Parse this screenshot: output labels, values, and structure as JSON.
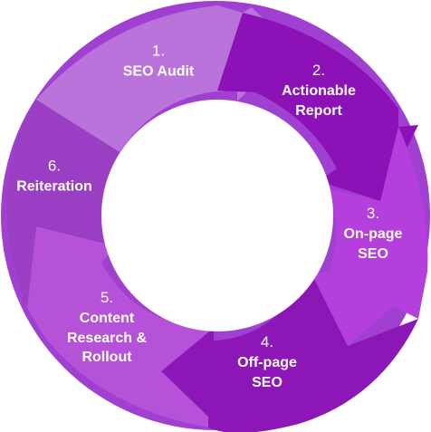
{
  "colors": {
    "ring_light": "#b36ad9",
    "ring_mid": "#a040d0",
    "ring_dark": "#8a10b8",
    "segment_1": "#bb73dc",
    "segment_2": "#8c12b8",
    "segment_3": "#b43fdc",
    "segment_4": "#8c17b6",
    "segment_5": "#b652d8",
    "segment_6": "#9a3ec4",
    "center": "#ffffff",
    "label_text": "#ffffff"
  },
  "steps": [
    {
      "number": "1.",
      "lines": [
        "SEO Audit"
      ]
    },
    {
      "number": "2.",
      "lines": [
        "Actionable",
        "Report"
      ]
    },
    {
      "number": "3.",
      "lines": [
        "On-page",
        "SEO"
      ]
    },
    {
      "number": "4.",
      "lines": [
        "Off-page",
        "SEO"
      ]
    },
    {
      "number": "5.",
      "lines": [
        "Content",
        "Research &",
        "Rollout"
      ]
    },
    {
      "number": "6.",
      "lines": [
        "Reiteration"
      ]
    }
  ]
}
